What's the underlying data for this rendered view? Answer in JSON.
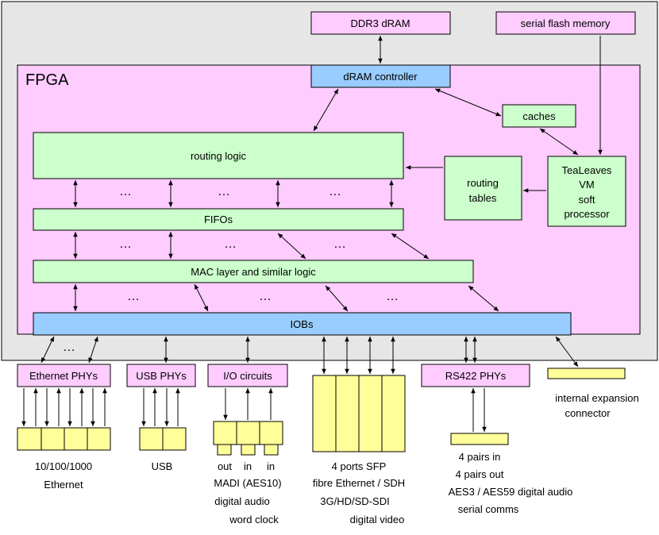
{
  "colors": {
    "background": "#e6e6e6",
    "fpga": "#ffccff",
    "green_block": "#ccffcc",
    "blue_block": "#99ccff",
    "phy_block": "#ffccff",
    "connector": "#ffff99"
  },
  "external": {
    "ddr3": "DDR3 dRAM",
    "flash": "serial flash memory"
  },
  "fpga": {
    "label": "FPGA",
    "dram_controller": "dRAM controller",
    "caches": "caches",
    "routing_logic": "routing logic",
    "routing_tables": [
      "routing",
      "tables"
    ],
    "processor": [
      "TeaLeaves",
      "VM",
      "soft",
      "processor"
    ],
    "fifos": "FIFOs",
    "mac": "MAC layer and similar logic",
    "iobs": "IOBs",
    "ellipsis": "…"
  },
  "phys": {
    "ethernet": "Ethernet PHYs",
    "usb": "USB PHYs",
    "io": "I/O circuits",
    "rs422": "RS422 PHYs"
  },
  "captions": {
    "ethernet": [
      "10/100/1000",
      "Ethernet"
    ],
    "usb": "USB",
    "io_ports": [
      "out",
      "in",
      "in"
    ],
    "io_lines": [
      "MADI (AES10)",
      "digital audio",
      "word clock"
    ],
    "sfp": [
      "4 ports SFP",
      "fibre Ethernet / SDH",
      "3G/HD/SD-SDI",
      "digital video"
    ],
    "rs422": [
      "4 pairs in",
      "4 pairs out",
      "AES3 / AES59 digital audio",
      "serial comms"
    ],
    "expansion": [
      "internal expansion",
      "connector"
    ]
  }
}
